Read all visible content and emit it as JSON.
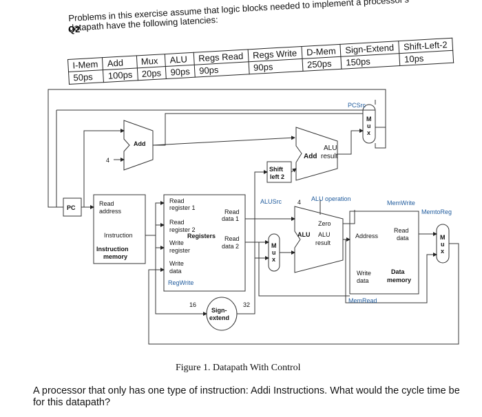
{
  "heading": "Q2",
  "problem_text": "Problems in this exercise assume that logic blocks needed to implement a processor's datapath have the following latencies:",
  "latency_table": {
    "headers": [
      "I-Mem",
      "Add",
      "Mux",
      "ALU",
      "Regs Read",
      "Regs Write",
      "D-Mem",
      "Sign-Extend",
      "Shift-Left-2"
    ],
    "values": [
      "50ps",
      "100ps",
      "20ps",
      "90ps",
      "90ps",
      "90ps",
      "250ps",
      "150ps",
      "10ps"
    ]
  },
  "diagram": {
    "pc": "PC",
    "four": "4",
    "add_label": "Add",
    "alu_add_label": "Add",
    "alu_result_1": "ALU",
    "alu_result_2": "result",
    "pcsrc": "PCSrc",
    "mux_letters": [
      "M",
      "u",
      "x"
    ],
    "shift_1": "Shift",
    "shift_2": "left 2",
    "imem_read_address_1": "Read",
    "imem_read_address_2": "address",
    "imem_instruction": "Instruction",
    "imem_title_1": "Instruction",
    "imem_title_2": "memory",
    "reg_read_reg1_1": "Read",
    "reg_read_reg1_2": "register 1",
    "reg_read_reg2_1": "Read",
    "reg_read_reg2_2": "register 2",
    "reg_write_reg_1": "Write",
    "reg_write_reg_2": "register",
    "reg_write_data_1": "Write",
    "reg_write_data_2": "data",
    "reg_read_data1_1": "Read",
    "reg_read_data1_2": "data 1",
    "reg_read_data2_1": "Read",
    "reg_read_data2_2": "data 2",
    "registers": "Registers",
    "regwrite": "RegWrite",
    "alusrc": "ALUSrc",
    "alu_op_4": "4",
    "alu_operation": "ALU operation",
    "zero": "Zero",
    "alu_main_1": "ALU",
    "alu_main_2": "ALU",
    "alu_main_3": "result",
    "memwrite": "MemWrite",
    "memtoreg": "MemtoReg",
    "dm_address": "Address",
    "dm_read_data_1": "Read",
    "dm_read_data_2": "data",
    "dm_write_data_1": "Write",
    "dm_write_data_2": "data",
    "dm_title_1": "Data",
    "dm_title_2": "memory",
    "memread": "MemRead",
    "bits16": "16",
    "bits32": "32",
    "sign_1": "Sign-",
    "sign_2": "extend"
  },
  "caption": "Figure 1. Datapath With Control",
  "question": "A processor that only has one type of instruction: Addi Instructions. What would the cycle time be for this datapath?"
}
